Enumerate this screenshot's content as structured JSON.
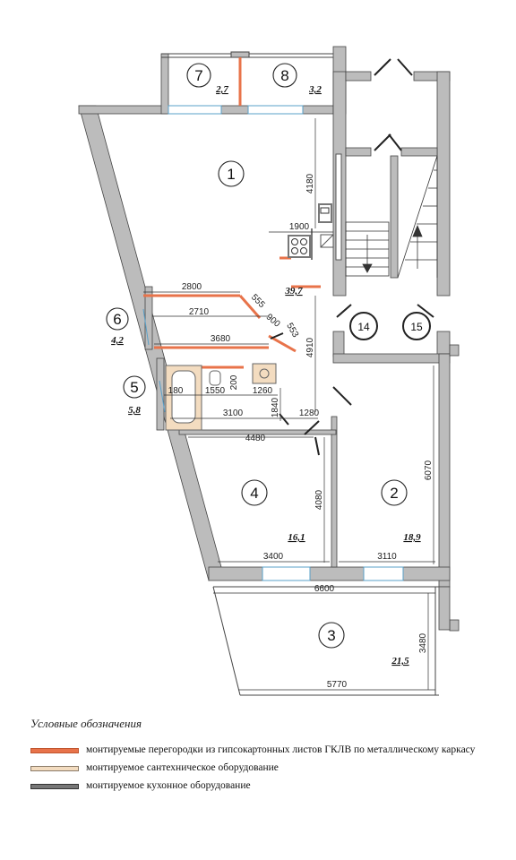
{
  "rooms": [
    {
      "num": "1",
      "area": "39,7"
    },
    {
      "num": "2",
      "area": "18,9"
    },
    {
      "num": "3",
      "area": "21,5"
    },
    {
      "num": "4",
      "area": "16,1"
    },
    {
      "num": "5",
      "area": "5,8"
    },
    {
      "num": "6",
      "area": "4,2"
    },
    {
      "num": "7",
      "area": "2,7"
    },
    {
      "num": "8",
      "area": "3,2"
    }
  ],
  "stairs": [
    "14",
    "15"
  ],
  "dimensions": {
    "d4180": "4180",
    "d1900": "1900",
    "d2800": "2800",
    "d555": "555",
    "d900": "900",
    "d553": "553",
    "d2710": "2710",
    "d3680": "3680",
    "d4910": "4910",
    "d180": "180",
    "d1550": "1550",
    "d200": "200",
    "d1260": "1260",
    "d1840": "1840",
    "d3100": "3100",
    "d1280": "1280",
    "d4480": "4480",
    "d6070": "6070",
    "d4080": "4080",
    "d3400": "3400",
    "d3110": "3110",
    "d6600": "6600",
    "d3480": "3480",
    "d5770": "5770"
  },
  "legend": {
    "title": "Условные обозначения",
    "items": [
      {
        "text": "монтируемые перегородки из гипсокартонных листов ГКЛВ по металлическому каркасу",
        "color": "#e8734a"
      },
      {
        "text": "монтируемое сантехническое оборудование",
        "color": "#f3dcc0"
      },
      {
        "text": "монтируемое кухонное оборудование",
        "color": "#777777"
      }
    ]
  },
  "colors": {
    "wall": "#b8b8b8",
    "partition": "#e8734a",
    "plumbing": "#f3dcc0",
    "kitchen": "#777777"
  }
}
